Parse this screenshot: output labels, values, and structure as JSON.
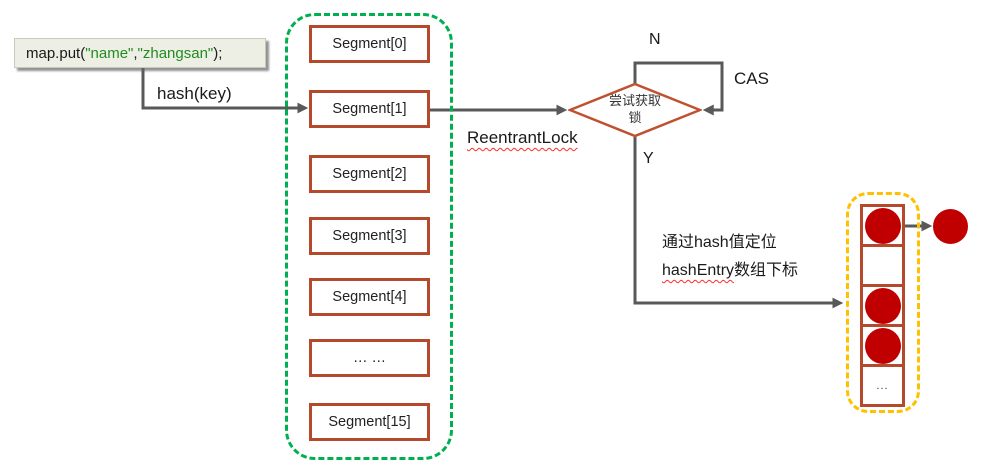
{
  "code_statement": {
    "prefix": "map.put(",
    "key": "\"name\"",
    "separator": ",",
    "value": "\"zhangsan\"",
    "suffix": ");"
  },
  "flow_labels": {
    "hash_function": "hash(key)",
    "lock_type": "ReentrantLock",
    "no_branch": "N",
    "cas": "CAS",
    "yes_branch": "Y",
    "locate_line1": "通过hash值定位",
    "locate_line2_prefix": "hashEntry",
    "locate_line2_suffix": "数组下标"
  },
  "decision": {
    "label": "尝试获取锁"
  },
  "segment_array": {
    "items": [
      "Segment[0]",
      "Segment[1]",
      "Segment[2]",
      "Segment[3]",
      "Segment[4]",
      "… …",
      "Segment[15]"
    ]
  },
  "hash_entry_array": {
    "cells": [
      "node",
      "empty",
      "node",
      "node",
      "ellipsis"
    ],
    "ellipsis_label": "..."
  },
  "colors": {
    "segment_border": "#b5492c",
    "decision_border": "#c0502f",
    "segments_outline_green": "#00b050",
    "array_outline_yellow": "#ffc000",
    "node_fill_red": "#c00000",
    "connector_gray": "#595959",
    "code_string_green": "#228b22",
    "code_box_background": "#edefe4",
    "spellcheck_wavy_red": "#ff2a2a"
  }
}
